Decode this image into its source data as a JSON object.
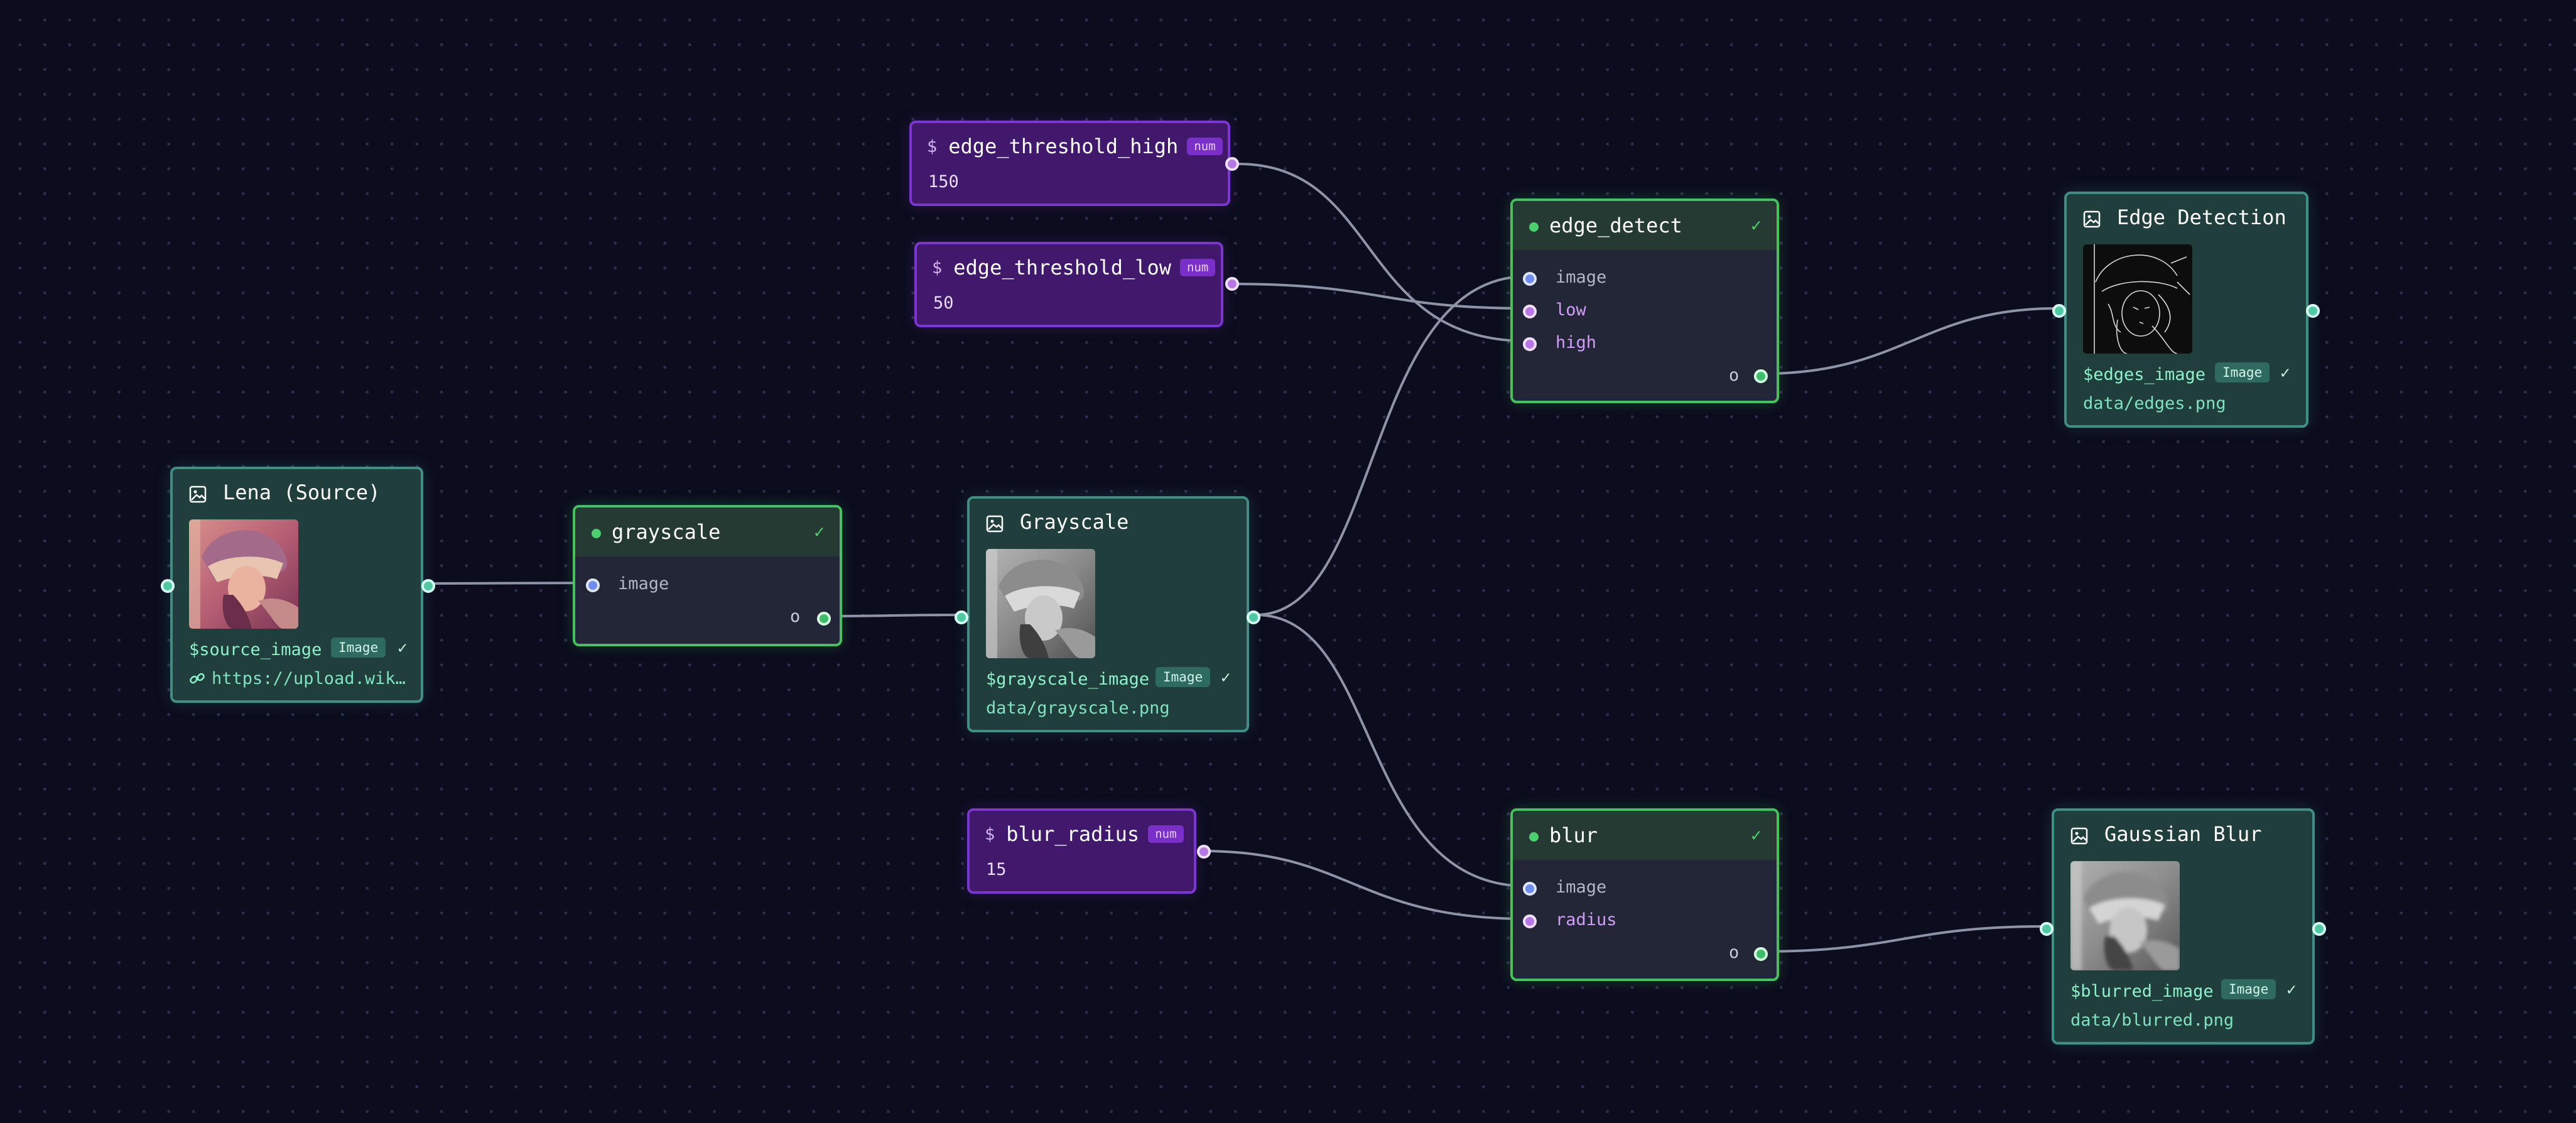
{
  "canvas": {
    "background": "#0b0c1d",
    "edge_color": "#8f93a8"
  },
  "variables": {
    "edge_threshold_high": {
      "name": "edge_threshold_high",
      "type": "num",
      "value": "150"
    },
    "edge_threshold_low": {
      "name": "edge_threshold_low",
      "type": "num",
      "value": "50"
    },
    "blur_radius": {
      "name": "blur_radius",
      "type": "num",
      "value": "15"
    }
  },
  "functions": {
    "grayscale": {
      "title": "grayscale",
      "status": "✓",
      "inputs": [
        "image"
      ],
      "output": "o"
    },
    "edge_detect": {
      "title": "edge_detect",
      "status": "✓",
      "inputs": [
        "image",
        "low",
        "high"
      ],
      "output": "o"
    },
    "blur": {
      "title": "blur",
      "status": "✓",
      "inputs": [
        "image",
        "radius"
      ],
      "output": "o"
    }
  },
  "images": {
    "source": {
      "title": "Lena (Source)",
      "variable": "$source_image",
      "badge": "Image",
      "status": "✓",
      "path": "https://upload.wik…",
      "thumb_style": "color",
      "icon": "image-icon"
    },
    "grayscale": {
      "title": "Grayscale",
      "variable": "$grayscale_image",
      "badge": "Image",
      "status": "✓",
      "path": "data/grayscale.png",
      "thumb_style": "grayscale",
      "icon": "image-icon"
    },
    "edges": {
      "title": "Edge Detection",
      "variable": "$edges_image",
      "badge": "Image",
      "status": "✓",
      "path": "data/edges.png",
      "thumb_style": "edges",
      "icon": "image-icon"
    },
    "blurred": {
      "title": "Gaussian Blur",
      "variable": "$blurred_image",
      "badge": "Image",
      "status": "✓",
      "path": "data/blurred.png",
      "thumb_style": "blurred",
      "icon": "image-icon"
    }
  },
  "connections": [
    {
      "from": "images.source",
      "to": "functions.grayscale.image"
    },
    {
      "from": "functions.grayscale.o",
      "to": "images.grayscale"
    },
    {
      "from": "images.grayscale",
      "to": "functions.edge_detect.image"
    },
    {
      "from": "images.grayscale",
      "to": "functions.blur.image"
    },
    {
      "from": "variables.edge_threshold_high",
      "to": "functions.edge_detect.high"
    },
    {
      "from": "variables.edge_threshold_low",
      "to": "functions.edge_detect.low"
    },
    {
      "from": "variables.blur_radius",
      "to": "functions.blur.radius"
    },
    {
      "from": "functions.edge_detect.o",
      "to": "images.edges"
    },
    {
      "from": "functions.blur.o",
      "to": "images.blurred"
    }
  ]
}
